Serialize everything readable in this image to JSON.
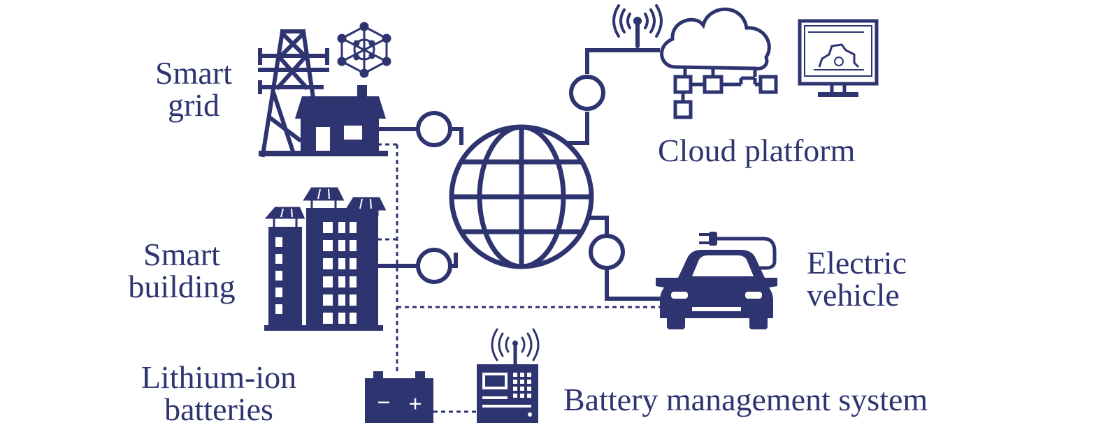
{
  "diagram": {
    "colors": {
      "ink": "#2e3470",
      "background": "#ffffff"
    },
    "labels": {
      "smart_grid": [
        "Smart",
        "grid"
      ],
      "smart_building": [
        "Smart",
        "building"
      ],
      "lithium_ion_batteries": [
        "Lithium-ion",
        "batteries"
      ],
      "cloud_platform": "Cloud platform",
      "electric_vehicle": [
        "Electric",
        "vehicle"
      ],
      "battery_management_system": "Battery management system"
    },
    "icons": [
      "transmission-tower-icon",
      "network-node-icon",
      "house-icon",
      "office-buildings-icon",
      "globe-icon",
      "cloud-icon",
      "wireless-antenna-icon",
      "monitor-gear-icon",
      "electric-car-icon",
      "power-plug-icon",
      "battery-icon",
      "battery-management-unit-icon"
    ],
    "battery_symbols": {
      "negative": "−",
      "positive": "+"
    }
  }
}
